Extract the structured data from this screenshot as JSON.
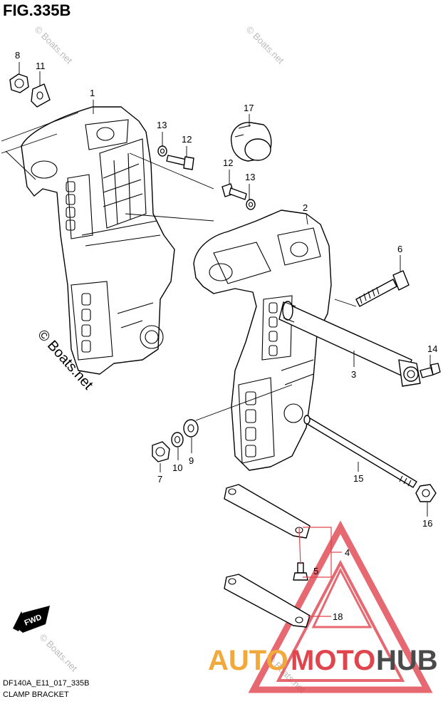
{
  "figure": {
    "title": "FIG.335B"
  },
  "callouts": {
    "p1": "1",
    "p2": "2",
    "p3": "3",
    "p4": "4",
    "p5": "5",
    "p6": "6",
    "p7": "7",
    "p8": "8",
    "p9": "9",
    "p10": "10",
    "p11": "11",
    "p12a": "12",
    "p12b": "12",
    "p13a": "13",
    "p13b": "13",
    "p14": "14",
    "p15": "15",
    "p16": "16",
    "p17": "17",
    "p18": "18"
  },
  "footer": {
    "code": "DF140A_E11_017_335B",
    "name": "CLAMP BRACKET"
  },
  "fwd_label": "FWD",
  "watermarks": {
    "small": "© Boats.net",
    "large": "© Boats.net"
  },
  "brand": {
    "part1": "AUTO",
    "part2": "MOTO",
    "part3": "HUB",
    "color1": "#f2a93b",
    "color2": "#e0444d",
    "color3": "#4a4a4a"
  }
}
